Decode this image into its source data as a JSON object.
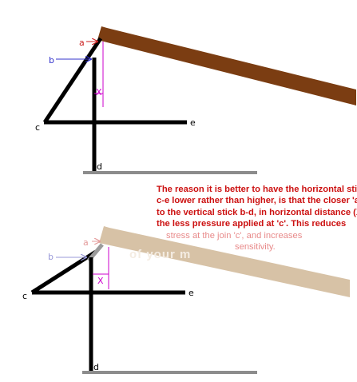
{
  "labels": {
    "a": "a",
    "b": "b",
    "c": "c",
    "d": "d",
    "e": "e",
    "x": "X"
  },
  "watermark": "of your m",
  "caption": [
    "The reason it is better to have the horizontal stick",
    "c-e lower rather than higher, is that the closer 'a' is",
    "to the vertical stick b-d, in horizontal distance (X),",
    "the less pressure applied at 'c'. This reduces",
    "stress at the join 'c', and increases",
    "sensitivity."
  ],
  "colors": {
    "beam": "#7b3d12",
    "beam_faded": "#d7c2a6",
    "stick": "#000000",
    "stick_grey": "#9b9b9b",
    "ground": "#8c8c8c",
    "measure": "#cc00cc",
    "b_label": "#3333cc",
    "caption": "#cc1111"
  }
}
